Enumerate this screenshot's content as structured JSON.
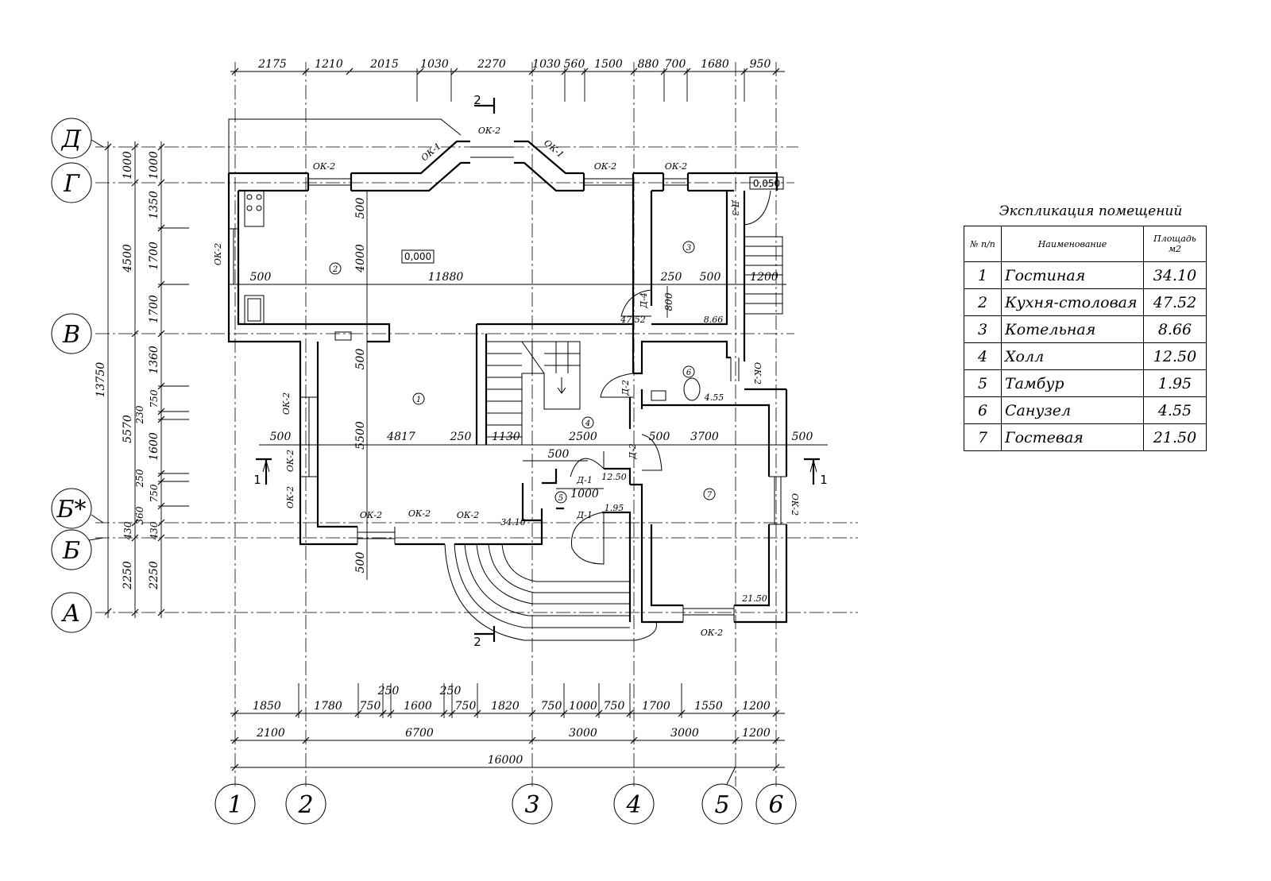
{
  "title": "Экспликация помещений",
  "explication": {
    "headers": {
      "num": "№ п/п",
      "name": "Наименование",
      "area": "Площадь м2"
    },
    "rows": [
      {
        "num": "1",
        "name": "Гостиная",
        "area": "34.10"
      },
      {
        "num": "2",
        "name": "Кухня-столовая",
        "area": "47.52"
      },
      {
        "num": "3",
        "name": "Котельная",
        "area": "8.66"
      },
      {
        "num": "4",
        "name": "Холл",
        "area": "12.50"
      },
      {
        "num": "5",
        "name": "Тамбур",
        "area": "1.95"
      },
      {
        "num": "6",
        "name": "Санузел",
        "area": "4.55"
      },
      {
        "num": "7",
        "name": "Гостевая",
        "area": "21.50"
      }
    ]
  },
  "axes": {
    "vertical": [
      "1",
      "2",
      "3",
      "4",
      "5",
      "6"
    ],
    "horizontal": [
      "Д",
      "Г",
      "В",
      "Б*",
      "Б",
      "А"
    ]
  },
  "dimensions": {
    "top": [
      "2175",
      "1210",
      "2015",
      "1030",
      "2270",
      "1030",
      "560",
      "1500",
      "880",
      "700",
      "1680",
      "950"
    ],
    "bottom_row1": [
      "1850",
      "1780",
      "750",
      "250",
      "1600",
      "250",
      "750",
      "1820",
      "750",
      "1000",
      "750",
      "1700",
      "1550",
      "1200"
    ],
    "bottom_row2": [
      "2100",
      "6700",
      "3000",
      "3000",
      "1200"
    ],
    "bottom_total": "16000",
    "left_outer": [
      "1000",
      "4500",
      "5570",
      "430",
      "2250"
    ],
    "left_inner": [
      "1000",
      "1350",
      "1700",
      "1700",
      "1360",
      "750",
      "230",
      "1600",
      "250",
      "750",
      "360",
      "430",
      "2250"
    ],
    "left_total": "13750",
    "interior": [
      "500",
      "11880",
      "250",
      "500",
      "1200",
      "500",
      "4817",
      "250",
      "1130",
      "2500",
      "500",
      "3700",
      "500",
      "500",
      "1000",
      "800",
      "500",
      "4000",
      "500",
      "5500",
      "500"
    ]
  },
  "levels": [
    "0,000",
    "0,050"
  ],
  "room_numbers": [
    "1",
    "2",
    "3",
    "4",
    "5",
    "6",
    "7"
  ],
  "room_areas": [
    "47.52",
    "8.66",
    "4.55",
    "12.50",
    "1.95",
    "34.10",
    "21.50"
  ],
  "openings": [
    "ОК-1",
    "ОК-1",
    "ОК-2",
    "Д-1",
    "Д-1",
    "Д-3",
    "Д-4",
    "Д-2",
    "Д-2"
  ],
  "sections": [
    "1",
    "2"
  ]
}
